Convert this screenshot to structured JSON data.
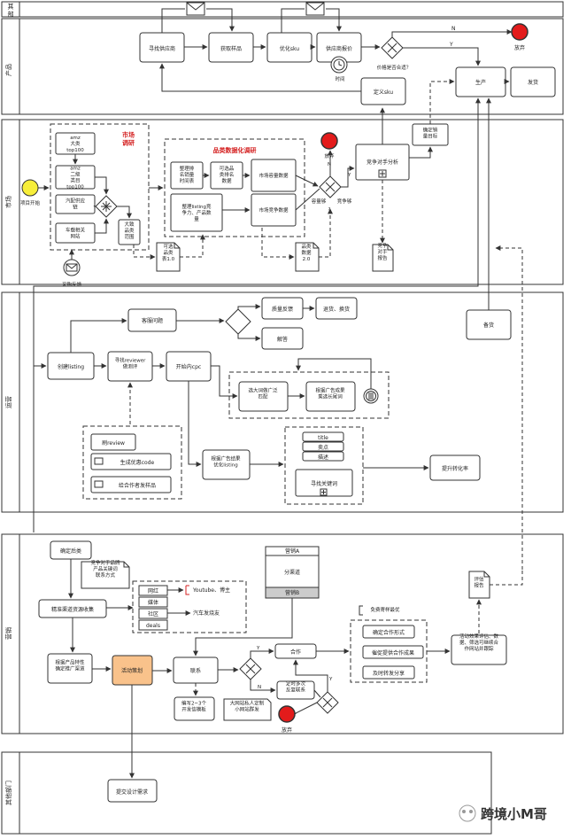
{
  "lanes": {
    "header": "其  部",
    "product": "产品",
    "market": "市场",
    "operations": "运营",
    "marketing": "营销",
    "other": "其他部门"
  },
  "product": {
    "find_supplier": "寻找供应商",
    "get_sample": "获取样品",
    "optimize_sku": "优化sku",
    "supplier_quote": "供应商报价",
    "timer_label": "时间",
    "price_question": "价格是否合适？",
    "gw_no": "N",
    "gw_yes": "Y",
    "abandon": "放弃",
    "define_sku": "定义sku",
    "produce": "生产",
    "ship": "发货"
  },
  "market": {
    "project_start": "项目开始",
    "amz_top": "amz 大类 top100",
    "amz_sub": "amz 二级 类目 top100",
    "auto_parts": "汽配供应 链",
    "car_sites": "车载相关 网站",
    "big_range": "大致 品类 范围",
    "research_title": "市场 调研",
    "group_title": "品类数据化调研",
    "rank_items": "整理排 名销量 时间表",
    "selected_items": "可选品 类排名 数据",
    "capacity_data": "市场容量数据",
    "listing_items": "整理listing竞 争力、产品数 量",
    "competition_data": "市场竞争数据",
    "doc_v1": "可选 品类 表1.0",
    "doc_v2": "品类 数据 2.0",
    "abandon_label": "放弃",
    "capacity_enough": "容量够",
    "compete_enough": "竞争够",
    "n": "N",
    "y": "Y",
    "competitor_analysis": "竞争对手分析",
    "competitor_report": "竞争 对手 报告",
    "sales_target": "确定销 量目标",
    "purchase_feedback": "采购反馈"
  },
  "operations": {
    "customer_issue": "客服问题",
    "quality_feedback": "质量反馈",
    "return_exchange": "退货、换货",
    "answer": "解答",
    "create_listing": "创建listing",
    "find_reviewer": "寻找reviewer 做测评",
    "start_cpc": "开始内cpc",
    "select_broad": "选大词做广泛 匹配",
    "select_long": "根据广告成果 乘选长尾词",
    "stock": "备货",
    "brush_review": "刷review",
    "coupon": "生成优惠code",
    "sample_partner": "给合作者发样品",
    "optimize_listing": "根据广告结果 优化listing",
    "title": "title",
    "bullet": "卖点",
    "description": "描述",
    "find_keywords": "寻找关键词",
    "conversion": "提升转化率"
  },
  "marketing": {
    "confirm_post": "确定后类",
    "competitor_keywords": "竞争对手品牌 产品关键词 联系方式",
    "channels": [
      "网红",
      "媒体",
      "社区",
      "deals"
    ],
    "youtube": "Youtube、博主",
    "car_friends": "汽车发烧友",
    "precise_channels": "精准渠道资源收集",
    "pool_a": "营销A",
    "pool_sub": "分渠道",
    "pool_b": "营销B",
    "free_product": "免费寄样最优",
    "cooperation_form": "确定合作形式",
    "urge_results": "催促提供合作成果",
    "timely_share": "及时转发分享",
    "eval_report": "评估 报告",
    "evaluate": "活动效果评估、数 据、筛选可继续合 作网站并跟踪",
    "product_feature": "根据产品特性 确定推广渠道",
    "activity_plan": "活动策划",
    "contact": "联系",
    "cooperate": "合作",
    "timed_followup": "定时多次 反复联系",
    "abandon": "放弃",
    "write_template": "编写2~3个 开发信模板",
    "large_site": "大网站私人定制 小网站群发",
    "y": "Y",
    "n": "N"
  },
  "other": {
    "submit_design": "提交设计需求"
  },
  "watermark": "跨境小M哥",
  "colors": {
    "start": "#f7ee3a",
    "end": "#e31b1b",
    "highlight": "#f9c28b",
    "pool_foot": "#cccccc"
  }
}
